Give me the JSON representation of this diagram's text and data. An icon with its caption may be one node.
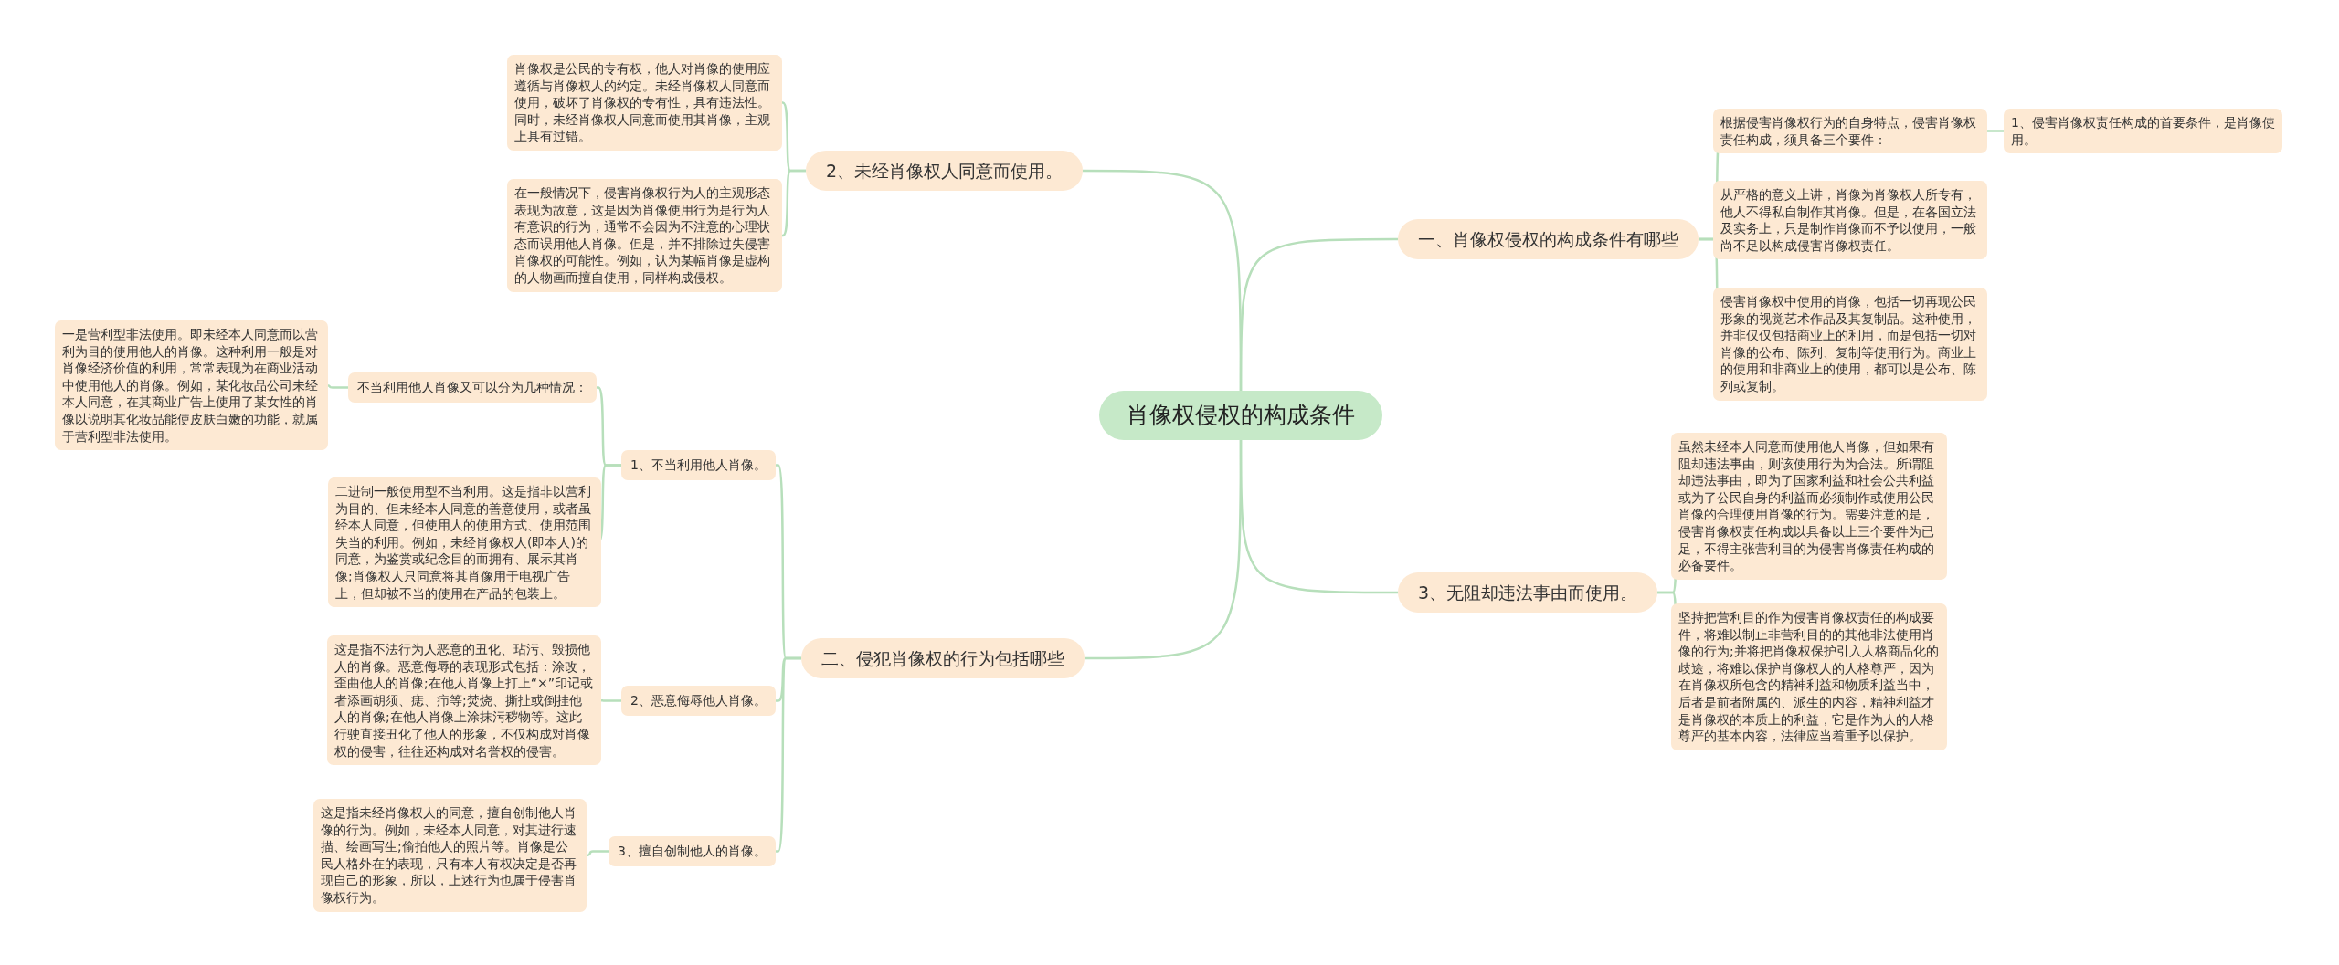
{
  "diagram": {
    "nodes": [
      {
        "text": [
          "肖像权侵权的构成条件"
        ]
      },
      {
        "text": [
          "一、肖像权侵权的构成条件有哪些"
        ]
      },
      {
        "text": [
          "根据侵害肖像权行为的自身特点，侵害肖像权责任构成，须具备三个要件："
        ]
      },
      {
        "text": [
          "1、侵害肖像权责任构成的首要条件，是肖像使用。"
        ]
      },
      {
        "text": [
          "从严格的意义上讲，肖像为肖像权人所专有，他人不得私自制作其肖像。但是，在各国立法及实务上，只是制作肖像而不予以使用，一般尚不足以构成侵害肖像权责任。"
        ]
      },
      {
        "text": [
          "侵害肖像权中使用的肖像，包括一切再现公民形象的视觉艺术作品及其复制品。这种使用，并非仅仅包括商业上的利用，而是包括一切对肖像的公布、陈列、复制等使用行为。商业上的使用和非商业上的使用，都可以是公布、陈列或复制。"
        ]
      },
      {
        "text": [
          "3、无阻却违法事由而使用。"
        ]
      },
      {
        "text": [
          "虽然未经本人同意而使用他人肖像，但如果有阻却违法事由，则该使用行为为合法。所谓阻却违法事由，即为了国家利益和社会公共利益或为了公民自身的利益而必须制作或使用公民肖像的合理使用肖像的行为。需要注意的是，侵害肖像权责任构成以具备以上三个要件为已足，不得主张营利目的为侵害肖像责任构成的必备要件。"
        ]
      },
      {
        "text": [
          "坚持把营利目的作为侵害肖像权责任的构成要件，将难以制止非营利目的的其他非法使用肖像的行为;并将把肖像权保护引入人格商品化的歧途，将难以保护肖像权人的人格尊严，因为在肖像权所包含的精神利益和物质利益当中，后者是前者附属的、派生的内容，精神利益才是肖像权的本质上的利益，它是作为人的人格尊严的基本内容，法律应当着重予以保护。"
        ]
      },
      {
        "text": [
          "2、未经肖像权人同意而使用。"
        ]
      },
      {
        "text": [
          "肖像权是公民的专有权，他人对肖像的使用应遵循与肖像权人的约定。未经肖像权人同意而使用，破坏了肖像权的专有性，具有违法性。同时，未经肖像权人同意而使用其肖像，主观上具有过错。"
        ]
      },
      {
        "text": [
          "在一般情况下，侵害肖像权行为人的主观形态表现为故意，这是因为肖像使用行为是行为人有意识的行为，通常不会因为不注意的心理状态而误用他人肖像。但是，并不排除过失侵害肖像权的可能性。例如，认为某幅肖像是虚构的人物画而擅自使用，同样构成侵权。"
        ]
      },
      {
        "text": [
          "二、侵犯肖像权的行为包括哪些"
        ]
      },
      {
        "text": [
          "1、不当利用他人肖像。"
        ]
      },
      {
        "text": [
          "不当利用他人肖像又可以分为几种情况："
        ]
      },
      {
        "text": [
          "一是营利型非法使用。即未经本人同意而以营利为目的使用他人的肖像。这种利用一般是对肖像经济价值的利用，常常表现为在商业活动中使用他人的肖像。例如，某化妆品公司未经本人同意，在其商业广告上使用了某女性的肖像以说明其化妆品能使皮肤白嫩的功能，就属于营利型非法使用。"
        ]
      },
      {
        "text": [
          "二进制一般使用型不当利用。这是指非以营利为目的、但未经本人同意的善意使用，或者虽经本人同意，但使用人的使用方式、使用范围失当的利用。例如，未经肖像权人(即本人)的同意，为鉴赏或纪念目的而拥有、展示其肖像;肖像权人只同意将其肖像用于电视广告上，但却被不当的使用在产品的包装上。"
        ]
      },
      {
        "text": [
          "2、恶意侮辱他人肖像。"
        ]
      },
      {
        "text": [
          "这是指不法行为人恶意的丑化、玷污、毁损他人的肖像。恶意侮辱的表现形式包括：涂改，歪曲他人的肖像;在他人肖像上打上“×”印记或者添画胡须、痣、疖等;焚烧、撕扯或倒挂他人的肖像;在他人肖像上涂抹污秽物等。这此行驶直接丑化了他人的形象，不仅构成对肖像权的侵害，往往还构成对名誉权的侵害。"
        ]
      },
      {
        "text": [
          "3、擅自创制他人的肖像。"
        ]
      },
      {
        "text": [
          "这是指未经肖像权人的同意，擅自创制他人肖像的行为。例如，未经本人同意，对其进行速描、绘画写生;偷拍他人的照片等。肖像是公民人格外在的表现，只有本人有权决定是否再现自己的形象，所以，上述行为也属于侵害肖像权行为。"
        ]
      }
    ],
    "edges": [
      {
        "from": 0,
        "to": 1,
        "arrow": "none"
      },
      {
        "from": 1,
        "to": 2,
        "arrow": "none"
      },
      {
        "from": 2,
        "to": 3,
        "arrow": "none"
      },
      {
        "from": 1,
        "to": 4,
        "arrow": "none"
      },
      {
        "from": 1,
        "to": 5,
        "arrow": "none"
      },
      {
        "from": 0,
        "to": 6,
        "arrow": "none"
      },
      {
        "from": 6,
        "to": 7,
        "arrow": "none"
      },
      {
        "from": 6,
        "to": 8,
        "arrow": "none"
      },
      {
        "from": 0,
        "to": 9,
        "arrow": "none"
      },
      {
        "from": 9,
        "to": 10,
        "arrow": "none"
      },
      {
        "from": 9,
        "to": 11,
        "arrow": "none"
      },
      {
        "from": 0,
        "to": 12,
        "arrow": "none"
      },
      {
        "from": 12,
        "to": 13,
        "arrow": "none"
      },
      {
        "from": 13,
        "to": 14,
        "arrow": "none"
      },
      {
        "from": 14,
        "to": 15,
        "arrow": "none"
      },
      {
        "from": 13,
        "to": 16,
        "arrow": "none"
      },
      {
        "from": 12,
        "to": 17,
        "arrow": "none"
      },
      {
        "from": 17,
        "to": 18,
        "arrow": "none"
      },
      {
        "from": 12,
        "to": 19,
        "arrow": "none"
      },
      {
        "from": 19,
        "to": 20,
        "arrow": "none"
      }
    ]
  }
}
